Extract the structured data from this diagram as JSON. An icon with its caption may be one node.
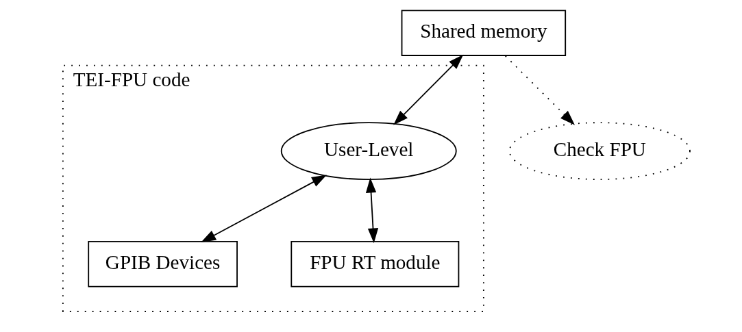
{
  "diagram": {
    "nodes": [
      {
        "text": [
          "TEI-FPU code"
        ]
      },
      {
        "text": [
          "Shared memory"
        ]
      },
      {
        "text": [
          "User-Level"
        ],
        "in": 0
      },
      {
        "text": [
          "Check FPU"
        ]
      },
      {
        "text": [
          "GPIB Devices"
        ],
        "in": 0
      },
      {
        "text": [
          "FPU RT module"
        ],
        "in": 0
      }
    ],
    "edges": [
      {
        "from": 1,
        "to": 2,
        "arrow": "both"
      },
      {
        "from": 1,
        "to": 3,
        "arrow": "to",
        "style": "dashed"
      },
      {
        "from": 2,
        "to": 4,
        "arrow": "both"
      },
      {
        "from": 2,
        "to": 5,
        "arrow": "both"
      }
    ]
  }
}
